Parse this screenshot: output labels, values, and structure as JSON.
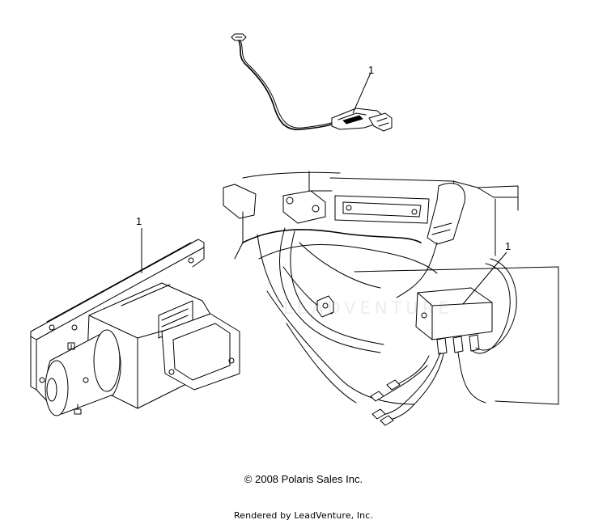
{
  "callouts": [
    "1",
    "1",
    "1"
  ],
  "watermark": "LEADVENTURE",
  "copyright": "© 2008 Polaris Sales Inc.",
  "rendered_by": "Rendered by LeadVenture, Inc."
}
